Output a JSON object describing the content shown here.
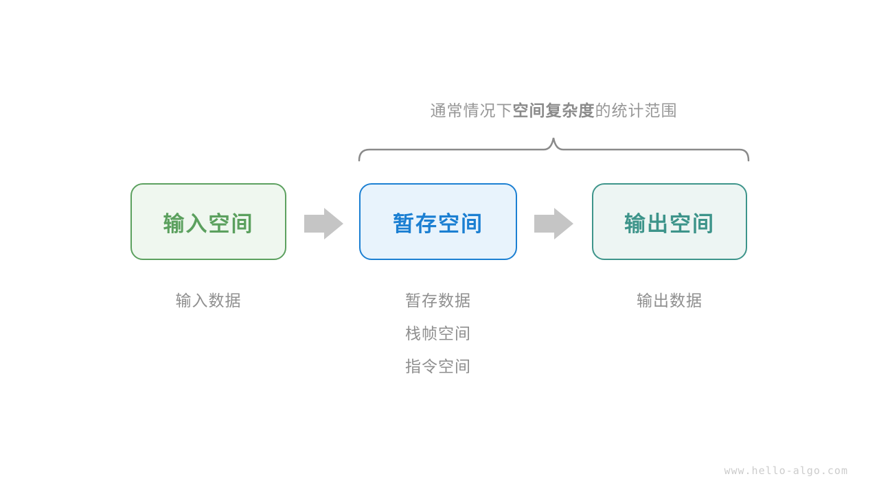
{
  "title": {
    "prefix": "通常情况下",
    "bold": "空间复杂度",
    "suffix": "的统计范围"
  },
  "boxes": [
    {
      "label": "输入空间",
      "text_color": "#5ba05e",
      "border_color": "#5ba05e",
      "bg_color": "#eff7ef",
      "notes": [
        "输入数据"
      ]
    },
    {
      "label": "暂存空间",
      "text_color": "#1b7fd2",
      "border_color": "#1b7fd2",
      "bg_color": "#e8f3fc",
      "notes": [
        "暂存数据",
        "栈帧空间",
        "指令空间"
      ]
    },
    {
      "label": "输出空间",
      "text_color": "#3d948a",
      "border_color": "#3d948a",
      "bg_color": "#edf5f3",
      "notes": [
        "输出数据"
      ]
    }
  ],
  "colors": {
    "arrow": "#c5c5c5",
    "brace": "#8a8a8a",
    "note_text": "#8f8f8f",
    "title_text": "#979797",
    "watermark_text": "#cccccc"
  },
  "watermark": "www.hello-algo.com"
}
